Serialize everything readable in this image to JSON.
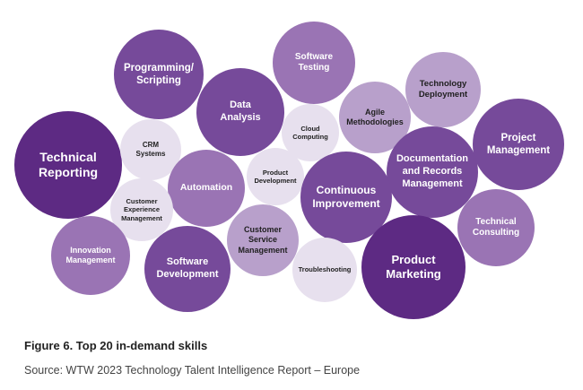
{
  "colors": {
    "deep": "#5d2a83",
    "dark": "#764a9a",
    "medium": "#9a74b4",
    "light": "#b8a0cb",
    "pale": "#e7e0ee"
  },
  "skills": [
    {
      "id": "programming",
      "label": "Programming/\nScripting",
      "tone": "dark"
    },
    {
      "id": "software-testing",
      "label": "Software\nTesting",
      "tone": "medium"
    },
    {
      "id": "technology-deployment",
      "label": "Technology\nDeployment",
      "tone": "light"
    },
    {
      "id": "data-analysis",
      "label": "Data\nAnalysis",
      "tone": "dark"
    },
    {
      "id": "cloud-computing",
      "label": "Cloud\nComputing",
      "tone": "pale"
    },
    {
      "id": "agile-methodologies",
      "label": "Agile\nMethodologies",
      "tone": "light"
    },
    {
      "id": "project-management",
      "label": "Project\nManagement",
      "tone": "dark"
    },
    {
      "id": "technical-reporting",
      "label": "Technical\nReporting",
      "tone": "deep"
    },
    {
      "id": "crm-systems",
      "label": "CRM\nSystems",
      "tone": "pale"
    },
    {
      "id": "documentation-records",
      "label": "Documentation\nand Records\nManagement",
      "tone": "dark"
    },
    {
      "id": "automation",
      "label": "Automation",
      "tone": "medium"
    },
    {
      "id": "product-development",
      "label": "Product\nDevelopment",
      "tone": "pale"
    },
    {
      "id": "customer-experience",
      "label": "Customer\nExperience\nManagement",
      "tone": "pale"
    },
    {
      "id": "continuous-improvement",
      "label": "Continuous\nImprovement",
      "tone": "dark"
    },
    {
      "id": "technical-consulting",
      "label": "Technical\nConsulting",
      "tone": "medium"
    },
    {
      "id": "innovation-management",
      "label": "Innovation\nManagement",
      "tone": "medium"
    },
    {
      "id": "customer-service",
      "label": "Customer\nService\nManagement",
      "tone": "light"
    },
    {
      "id": "software-development",
      "label": "Software\nDevelopment",
      "tone": "dark"
    },
    {
      "id": "troubleshooting",
      "label": "Troubleshooting",
      "tone": "pale"
    },
    {
      "id": "product-marketing",
      "label": "Product\nMarketing",
      "tone": "deep"
    }
  ],
  "caption": "Figure 6. Top 20 in-demand skills",
  "source": "Source: WTW 2023 Technology Talent Intelligence Report – Europe"
}
